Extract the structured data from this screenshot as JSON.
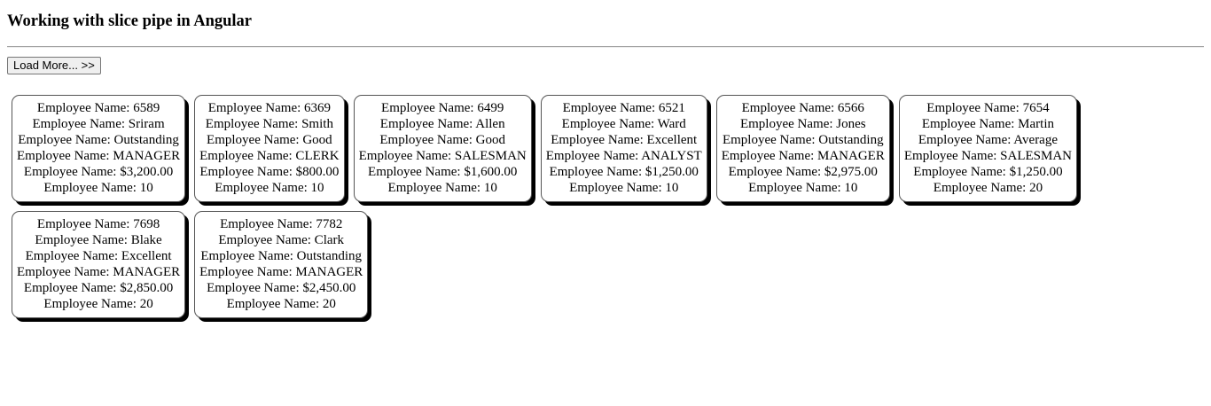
{
  "page": {
    "title": "Working with slice pipe in Angular",
    "load_more_label": "Load More... >>"
  },
  "employees": [
    {
      "rows": [
        "Employee Name: 6589",
        "Employee Name: Sriram",
        "Employee Name: Outstanding",
        "Employee Name: MANAGER",
        "Employee Name: $3,200.00",
        "Employee Name: 10"
      ]
    },
    {
      "rows": [
        "Employee Name: 6369",
        "Employee Name: Smith",
        "Employee Name: Good",
        "Employee Name: CLERK",
        "Employee Name: $800.00",
        "Employee Name: 10"
      ]
    },
    {
      "rows": [
        "Employee Name: 6499",
        "Employee Name: Allen",
        "Employee Name: Good",
        "Employee Name: SALESMAN",
        "Employee Name: $1,600.00",
        "Employee Name: 10"
      ]
    },
    {
      "rows": [
        "Employee Name: 6521",
        "Employee Name: Ward",
        "Employee Name: Excellent",
        "Employee Name: ANALYST",
        "Employee Name: $1,250.00",
        "Employee Name: 10"
      ]
    },
    {
      "rows": [
        "Employee Name: 6566",
        "Employee Name: Jones",
        "Employee Name: Outstanding",
        "Employee Name: MANAGER",
        "Employee Name: $2,975.00",
        "Employee Name: 10"
      ]
    },
    {
      "rows": [
        "Employee Name: 7654",
        "Employee Name: Martin",
        "Employee Name: Average",
        "Employee Name: SALESMAN",
        "Employee Name: $1,250.00",
        "Employee Name: 20"
      ]
    },
    {
      "rows": [
        "Employee Name: 7698",
        "Employee Name: Blake",
        "Employee Name: Excellent",
        "Employee Name: MANAGER",
        "Employee Name: $2,850.00",
        "Employee Name: 20"
      ]
    },
    {
      "rows": [
        "Employee Name: 7782",
        "Employee Name: Clark",
        "Employee Name: Outstanding",
        "Employee Name: MANAGER",
        "Employee Name: $2,450.00",
        "Employee Name: 20"
      ]
    }
  ]
}
